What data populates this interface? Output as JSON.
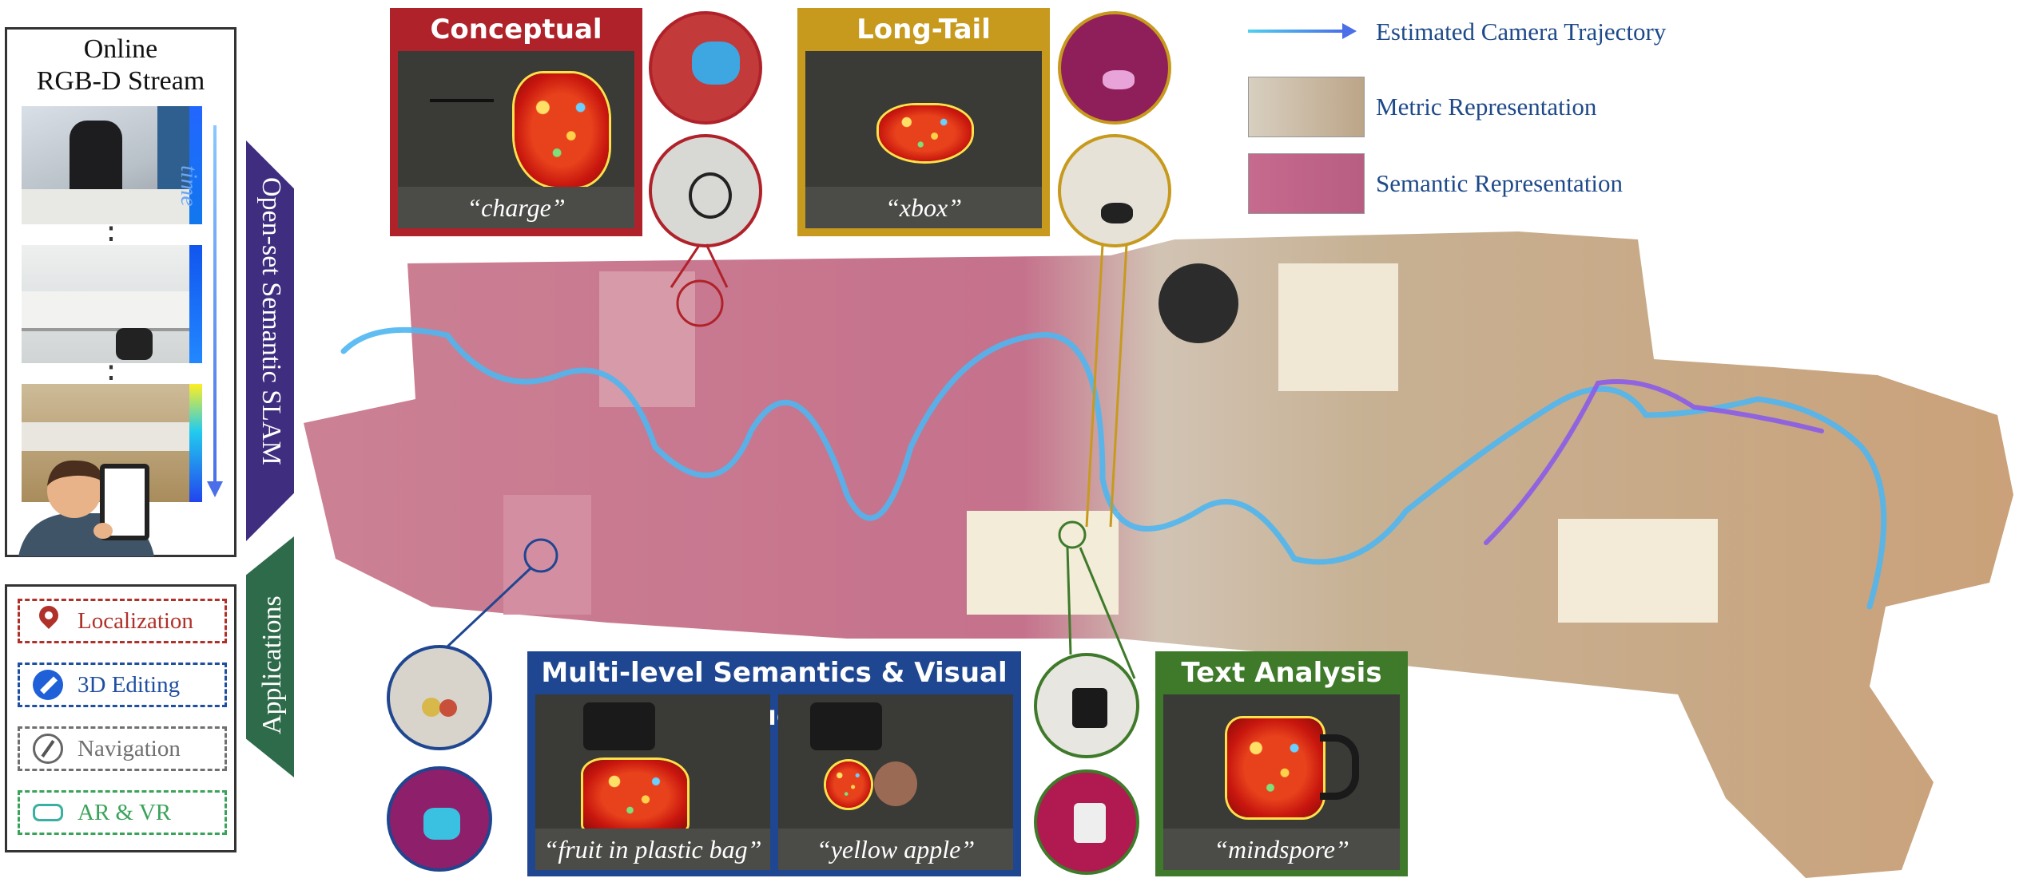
{
  "stream_panel": {
    "title_line1": "Online",
    "title_line2": "RGB-D Stream",
    "time_label": "time",
    "dots": "⋮"
  },
  "slam_banner": {
    "label": "Open-set Semantic SLAM",
    "color": "#3f2d80"
  },
  "applications_banner": {
    "label": "Applications",
    "color": "#2e6b4a"
  },
  "applications": [
    {
      "label": "Localization",
      "icon": "map-pin-icon",
      "color": "#b0312a"
    },
    {
      "label": "3D Editing",
      "icon": "pencil-icon",
      "color": "#1f4fa0"
    },
    {
      "label": "Navigation",
      "icon": "compass-icon",
      "color": "#707070"
    },
    {
      "label": "AR & VR",
      "icon": "vr-headset-icon",
      "color": "#3aa35a"
    }
  ],
  "panels": {
    "conceptual_query": {
      "title": "Conceptual Query",
      "query": "“charge”",
      "color": "#b0222a"
    },
    "long_tail": {
      "title": "Long-Tail Objects",
      "query": "“xbox”",
      "color": "#c79a1e"
    },
    "multi_level": {
      "title": "Multi-level Semantics & Visual Cues",
      "query_a": "“fruit in plastic bag”",
      "query_b": "“yellow apple”",
      "color": "#1f4690"
    },
    "text_analysis": {
      "title": "Text Analysis",
      "query": "“mindspore”",
      "color": "#3f7a2a"
    }
  },
  "legend": {
    "trajectory": "Estimated Camera Trajectory",
    "metric": "Metric Representation",
    "semantic": "Semantic Representation",
    "trajectory_color": "#4fb6f0",
    "text_color": "#1e4a8a"
  }
}
